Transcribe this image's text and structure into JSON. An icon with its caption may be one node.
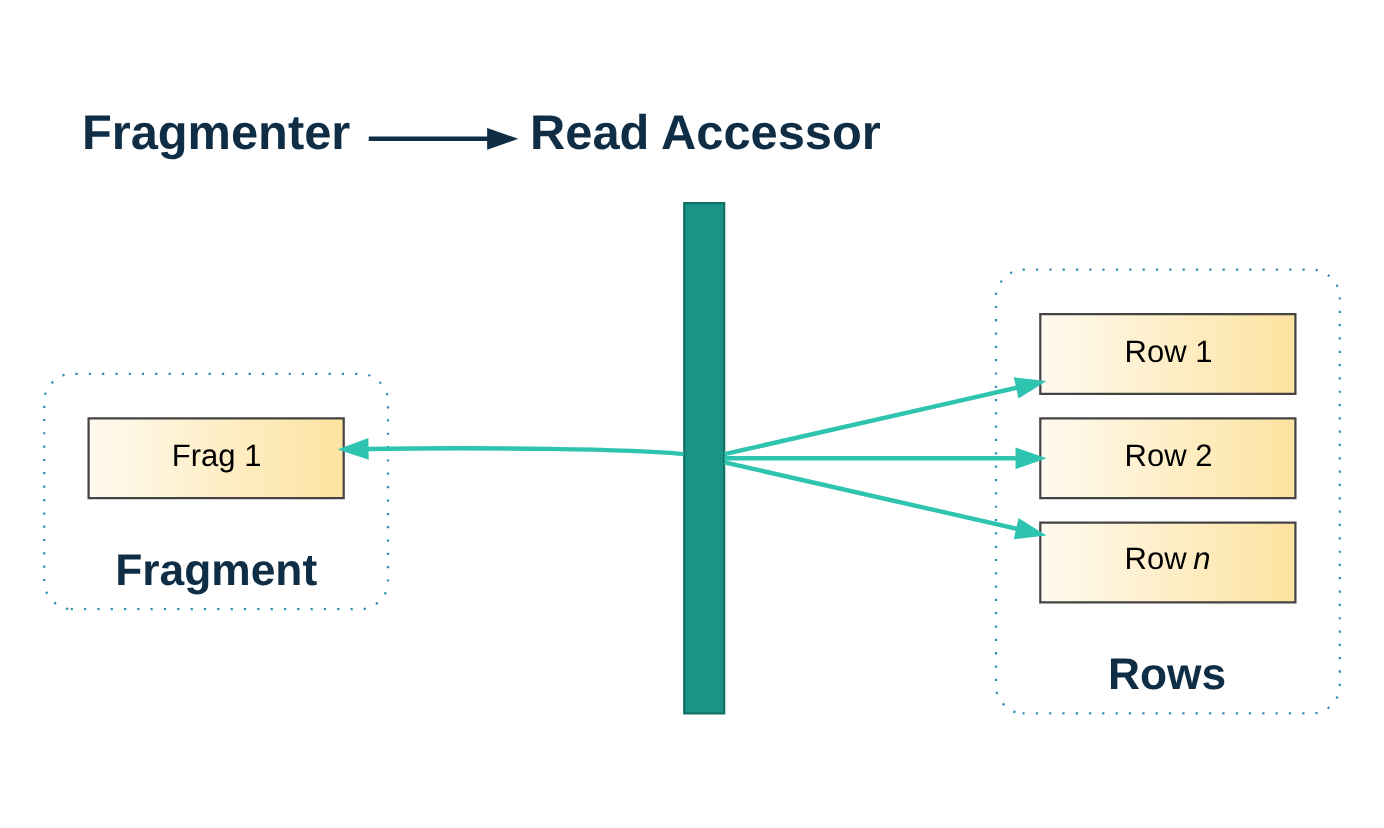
{
  "diagram": {
    "nodes": [
      {
        "text": [
          "Fragmenter"
        ]
      },
      {
        "text": [
          "Read Accessor"
        ]
      },
      {
        "text": [
          "Fragment"
        ]
      },
      {
        "text": [
          "Frag 1"
        ],
        "in": 2
      },
      {
        "text": [],
        "shape": "bar"
      },
      {
        "text": [
          "Rows"
        ]
      },
      {
        "text": [
          "Row 1"
        ],
        "in": 5
      },
      {
        "text": [
          "Row 2"
        ],
        "in": 5
      },
      {
        "text": [
          "Row *n*"
        ],
        "in": 5
      }
    ],
    "edges": [
      {
        "from": 0,
        "to": 1,
        "arrow": "to",
        "color": "#0f2e45"
      },
      {
        "from": 4,
        "to": 3,
        "arrow": "to"
      },
      {
        "from": 4,
        "to": 6,
        "arrow": "to"
      },
      {
        "from": 4,
        "to": 7,
        "arrow": "to"
      },
      {
        "from": 4,
        "to": 8,
        "arrow": "to"
      }
    ]
  }
}
